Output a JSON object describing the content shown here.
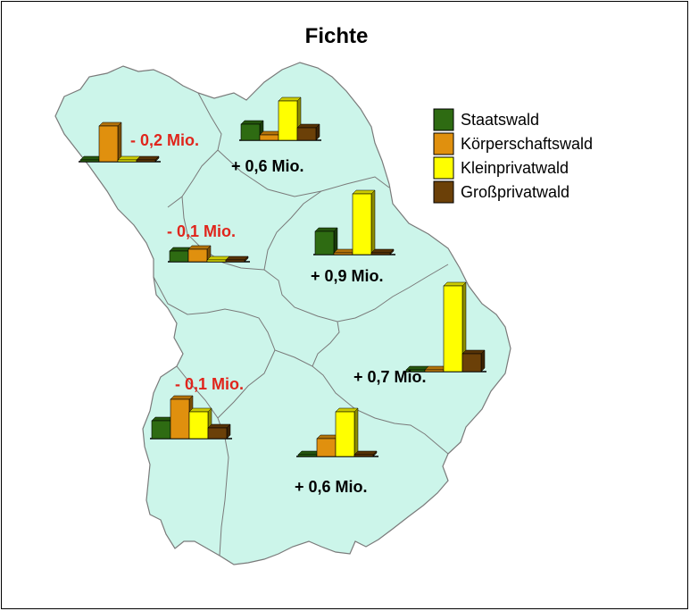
{
  "title": "Fichte",
  "colors": {
    "map_fill": "#ccf5ea",
    "border": "#7a7a7a",
    "positive_label": "#000000",
    "negative_label": "#e0251c"
  },
  "legend": [
    {
      "label": "Staatswald",
      "color": "#2e6b12"
    },
    {
      "label": "Körperschaftswald",
      "color": "#e0900e"
    },
    {
      "label": "Kleinprivatwald",
      "color": "#ffff00"
    },
    {
      "label": "Großprivatwald",
      "color": "#6b4008"
    }
  ],
  "regions": [
    {
      "name": "nw",
      "label": "- 0,2 Mio.",
      "sign": "negative",
      "values": [
        0,
        0.2,
        0,
        0
      ]
    },
    {
      "name": "n",
      "label": "+ 0,6 Mio.",
      "sign": "positive",
      "values": [
        0.09,
        0.03,
        0.22,
        0.07
      ]
    },
    {
      "name": "wc",
      "label": "- 0,1 Mio.",
      "sign": "negative",
      "values": [
        0.06,
        0.07,
        0,
        0
      ]
    },
    {
      "name": "ec",
      "label": "+ 0,9 Mio.",
      "sign": "positive",
      "values": [
        0.13,
        0,
        0.34,
        0
      ]
    },
    {
      "name": "e",
      "label": "+ 0,7 Mio.",
      "sign": "positive",
      "values": [
        0,
        0,
        0.48,
        0.1
      ]
    },
    {
      "name": "sw",
      "label": "- 0,1 Mio.",
      "sign": "negative",
      "values": [
        0.1,
        0.22,
        0.15,
        0.06
      ]
    },
    {
      "name": "s",
      "label": "+ 0,6 Mio.",
      "sign": "positive",
      "values": [
        0,
        0.1,
        0.25,
        0
      ]
    }
  ]
}
